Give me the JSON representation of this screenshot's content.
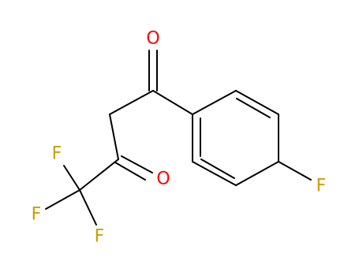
{
  "molecule": {
    "atoms": {
      "o_top": {
        "symbol": "O"
      },
      "o_lower": {
        "symbol": "O"
      },
      "f_ring": {
        "symbol": "F"
      },
      "f_1": {
        "symbol": "F"
      },
      "f_2": {
        "symbol": "F"
      },
      "f_3": {
        "symbol": "F"
      }
    },
    "colors": {
      "bond": "#000000",
      "oxygen": "#ff0000",
      "fluorine": "#c8a000"
    }
  }
}
